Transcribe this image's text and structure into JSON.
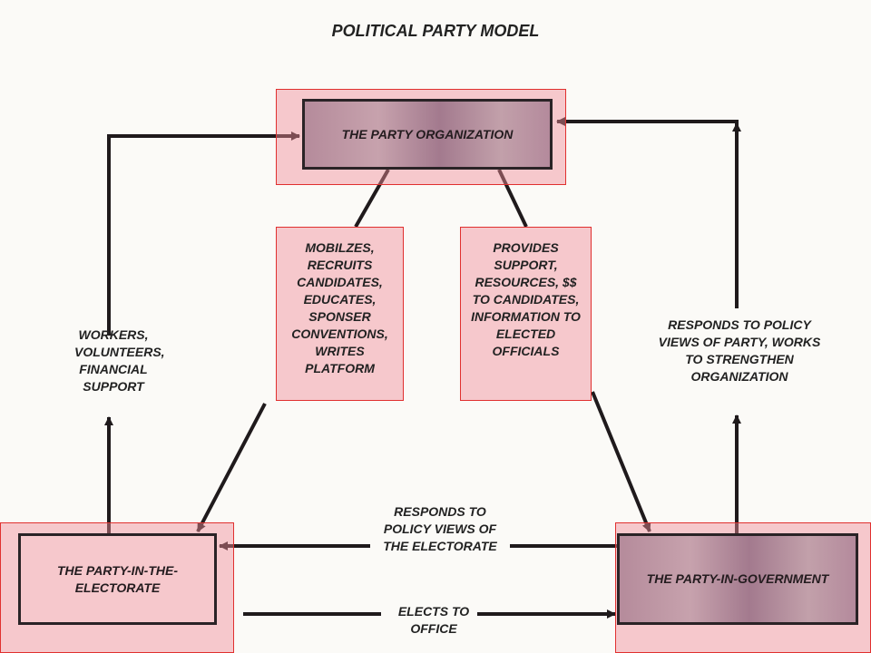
{
  "title": "POLITICAL PARTY MODEL",
  "nodes": {
    "organization": "THE PARTY ORGANIZATION",
    "electorate": "THE PARTY-IN-THE- ELECTORATE",
    "government": "THE PARTY-IN-GOVERNMENT"
  },
  "labels": {
    "mobilizes": "MOBILZES, RECRUITS CANDIDATES, EDUCATES, SPONSER CONVENTIONS, WRITES PLATFORM",
    "provides": "PROVIDES SUPPORT, RESOURCES, $$ TO CANDIDATES, INFORMATION TO ELECTED OFFICIALS",
    "workers": "WORKERS, VOLUNTEERS, FINANCIAL SUPPORT",
    "responds_party": "RESPONDS TO POLICY VIEWS OF PARTY, WORKS TO STRENGTHEN ORGANIZATION",
    "responds_electorate": "RESPONDS TO POLICY VIEWS OF THE ELECTORATE",
    "elects": "ELECTS TO OFFICE"
  },
  "colors": {
    "highlight": "#f08c96",
    "highlight_border": "#e0302f",
    "box_border": "#2a2326",
    "arrow": "#1f1a1c"
  }
}
